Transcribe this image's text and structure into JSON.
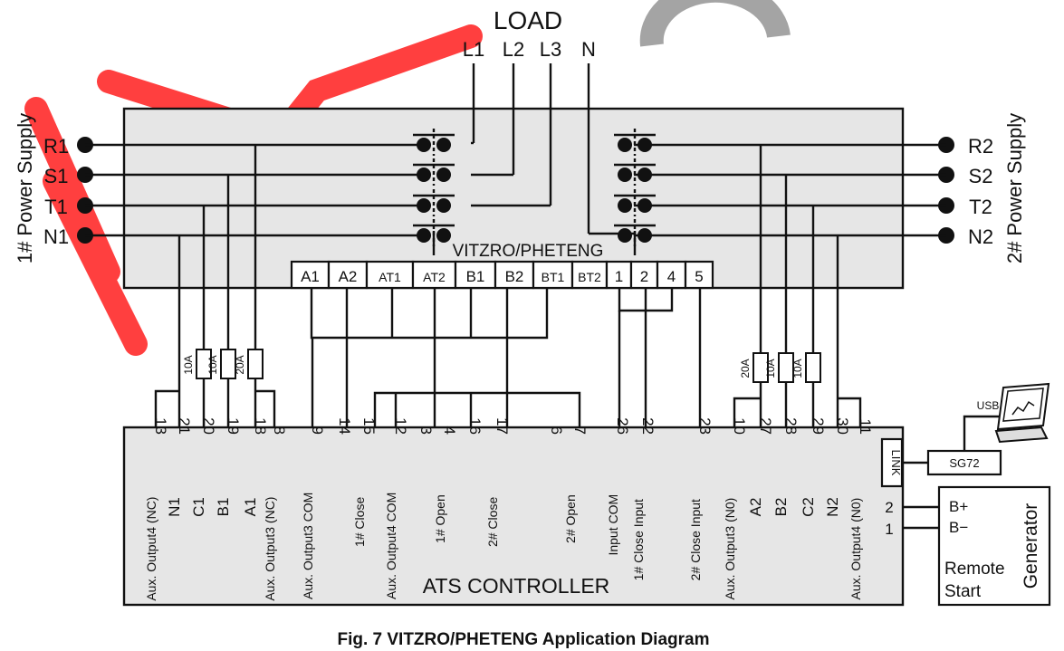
{
  "watermark": {
    "color_red": "#ff2a2a",
    "color_grey": "#9a9a9a"
  },
  "load": {
    "title": "LOAD",
    "lines": [
      "L1",
      "L2",
      "L3",
      "N"
    ]
  },
  "supply1": {
    "label": "1# Power Supply",
    "terminals": [
      "R1",
      "S1",
      "T1",
      "N1"
    ]
  },
  "supply2": {
    "label": "2# Power Supply",
    "terminals": [
      "R2",
      "S2",
      "T2",
      "N2"
    ]
  },
  "switch": {
    "brand": "VITZRO/PHETENG",
    "terminals": [
      "A1",
      "A2",
      "AT1",
      "AT2",
      "B1",
      "B2",
      "BT1",
      "BT2",
      "1",
      "2",
      "4",
      "5"
    ]
  },
  "fuses_left": [
    "10A",
    "10A",
    "20A"
  ],
  "fuses_right": [
    "20A",
    "10A",
    "10A"
  ],
  "controller": {
    "title": "ATS CONTROLLER",
    "pins": [
      {
        "num": "13",
        "label": "Aux. Output4 (NC)"
      },
      {
        "num": "21",
        "label": "N1"
      },
      {
        "num": "20",
        "label": "C1"
      },
      {
        "num": "19",
        "label": "B1"
      },
      {
        "num": "18",
        "label": "A1"
      },
      {
        "num": "8",
        "label": "Aux. Output3 (NC)"
      },
      {
        "num": "9",
        "label": "Aux. Output3 COM"
      },
      {
        "num": "14",
        "label": ""
      },
      {
        "num": "15",
        "label": "1# Close"
      },
      {
        "num": "12",
        "label": "Aux. Output4 COM"
      },
      {
        "num": "3",
        "label": ""
      },
      {
        "num": "4",
        "label": "1# Open"
      },
      {
        "num": "16",
        "label": ""
      },
      {
        "num": "17",
        "label": "2# Close"
      },
      {
        "num": "6",
        "label": ""
      },
      {
        "num": "7",
        "label": "2# Open"
      },
      {
        "num": "26",
        "label": "Input COM"
      },
      {
        "num": "22",
        "label": "1# Close Input"
      },
      {
        "num": "23",
        "label": "2# Close Input"
      },
      {
        "num": "10",
        "label": "Aux. Output3 (N0)"
      },
      {
        "num": "27",
        "label": "A2"
      },
      {
        "num": "28",
        "label": "B2"
      },
      {
        "num": "29",
        "label": "C2"
      },
      {
        "num": "30",
        "label": "N2"
      },
      {
        "num": "11",
        "label": "Aux. Output4 (N0)"
      }
    ],
    "link_label": "LINK",
    "remote_pins": [
      "2",
      "1"
    ]
  },
  "sg72": {
    "label": "SG72"
  },
  "usb": {
    "label": "USB"
  },
  "generator": {
    "title": "Generator",
    "terminals": [
      "B+",
      "B−"
    ],
    "remote": "Remote",
    "start": "Start"
  },
  "caption": "Fig. 7 VITZRO/PHETENG Application Diagram"
}
